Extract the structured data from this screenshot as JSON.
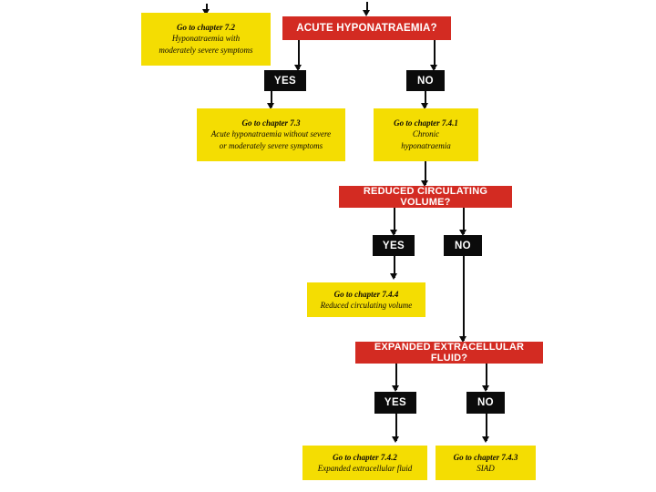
{
  "diagram": {
    "title": "Hyponatraemia management decision flowchart",
    "colors": {
      "decision": "#d32b22",
      "answer": "#0b0b0b",
      "action": "#f4dd02",
      "connector": "#0b0b0b",
      "background": "#ffffff"
    }
  },
  "nodes": {
    "action_72": {
      "title": "Go to chapter 7.2",
      "line1": "Hyponatraemia with",
      "line2": "moderately severe symptoms"
    },
    "decision_acute": {
      "label": "ACUTE HYPONATRAEMIA?"
    },
    "answer_acute_yes": {
      "label": "YES"
    },
    "answer_acute_no": {
      "label": "NO"
    },
    "action_73": {
      "title": "Go to chapter 7.3",
      "line1": "Acute hyponatraemia without severe",
      "line2": "or moderately severe symptoms"
    },
    "action_741": {
      "title": "Go to chapter 7.4.1",
      "line1": "Chronic",
      "line2": "hyponatraemia"
    },
    "decision_volume": {
      "label": "REDUCED CIRCULATING VOLUME?"
    },
    "answer_volume_yes": {
      "label": "YES"
    },
    "answer_volume_no": {
      "label": "NO"
    },
    "action_744": {
      "title": "Go to chapter 7.4.4",
      "line1": "Reduced circulating volume"
    },
    "decision_fluid": {
      "label": "EXPANDED EXTRACELLULAR FLUID?"
    },
    "answer_fluid_yes": {
      "label": "YES"
    },
    "answer_fluid_no": {
      "label": "NO"
    },
    "action_742": {
      "title": "Go to chapter 7.4.2",
      "line1": "Expanded extracellular fluid"
    },
    "action_743": {
      "title": "Go to chapter 7.4.3",
      "line1": "SIAD"
    }
  }
}
